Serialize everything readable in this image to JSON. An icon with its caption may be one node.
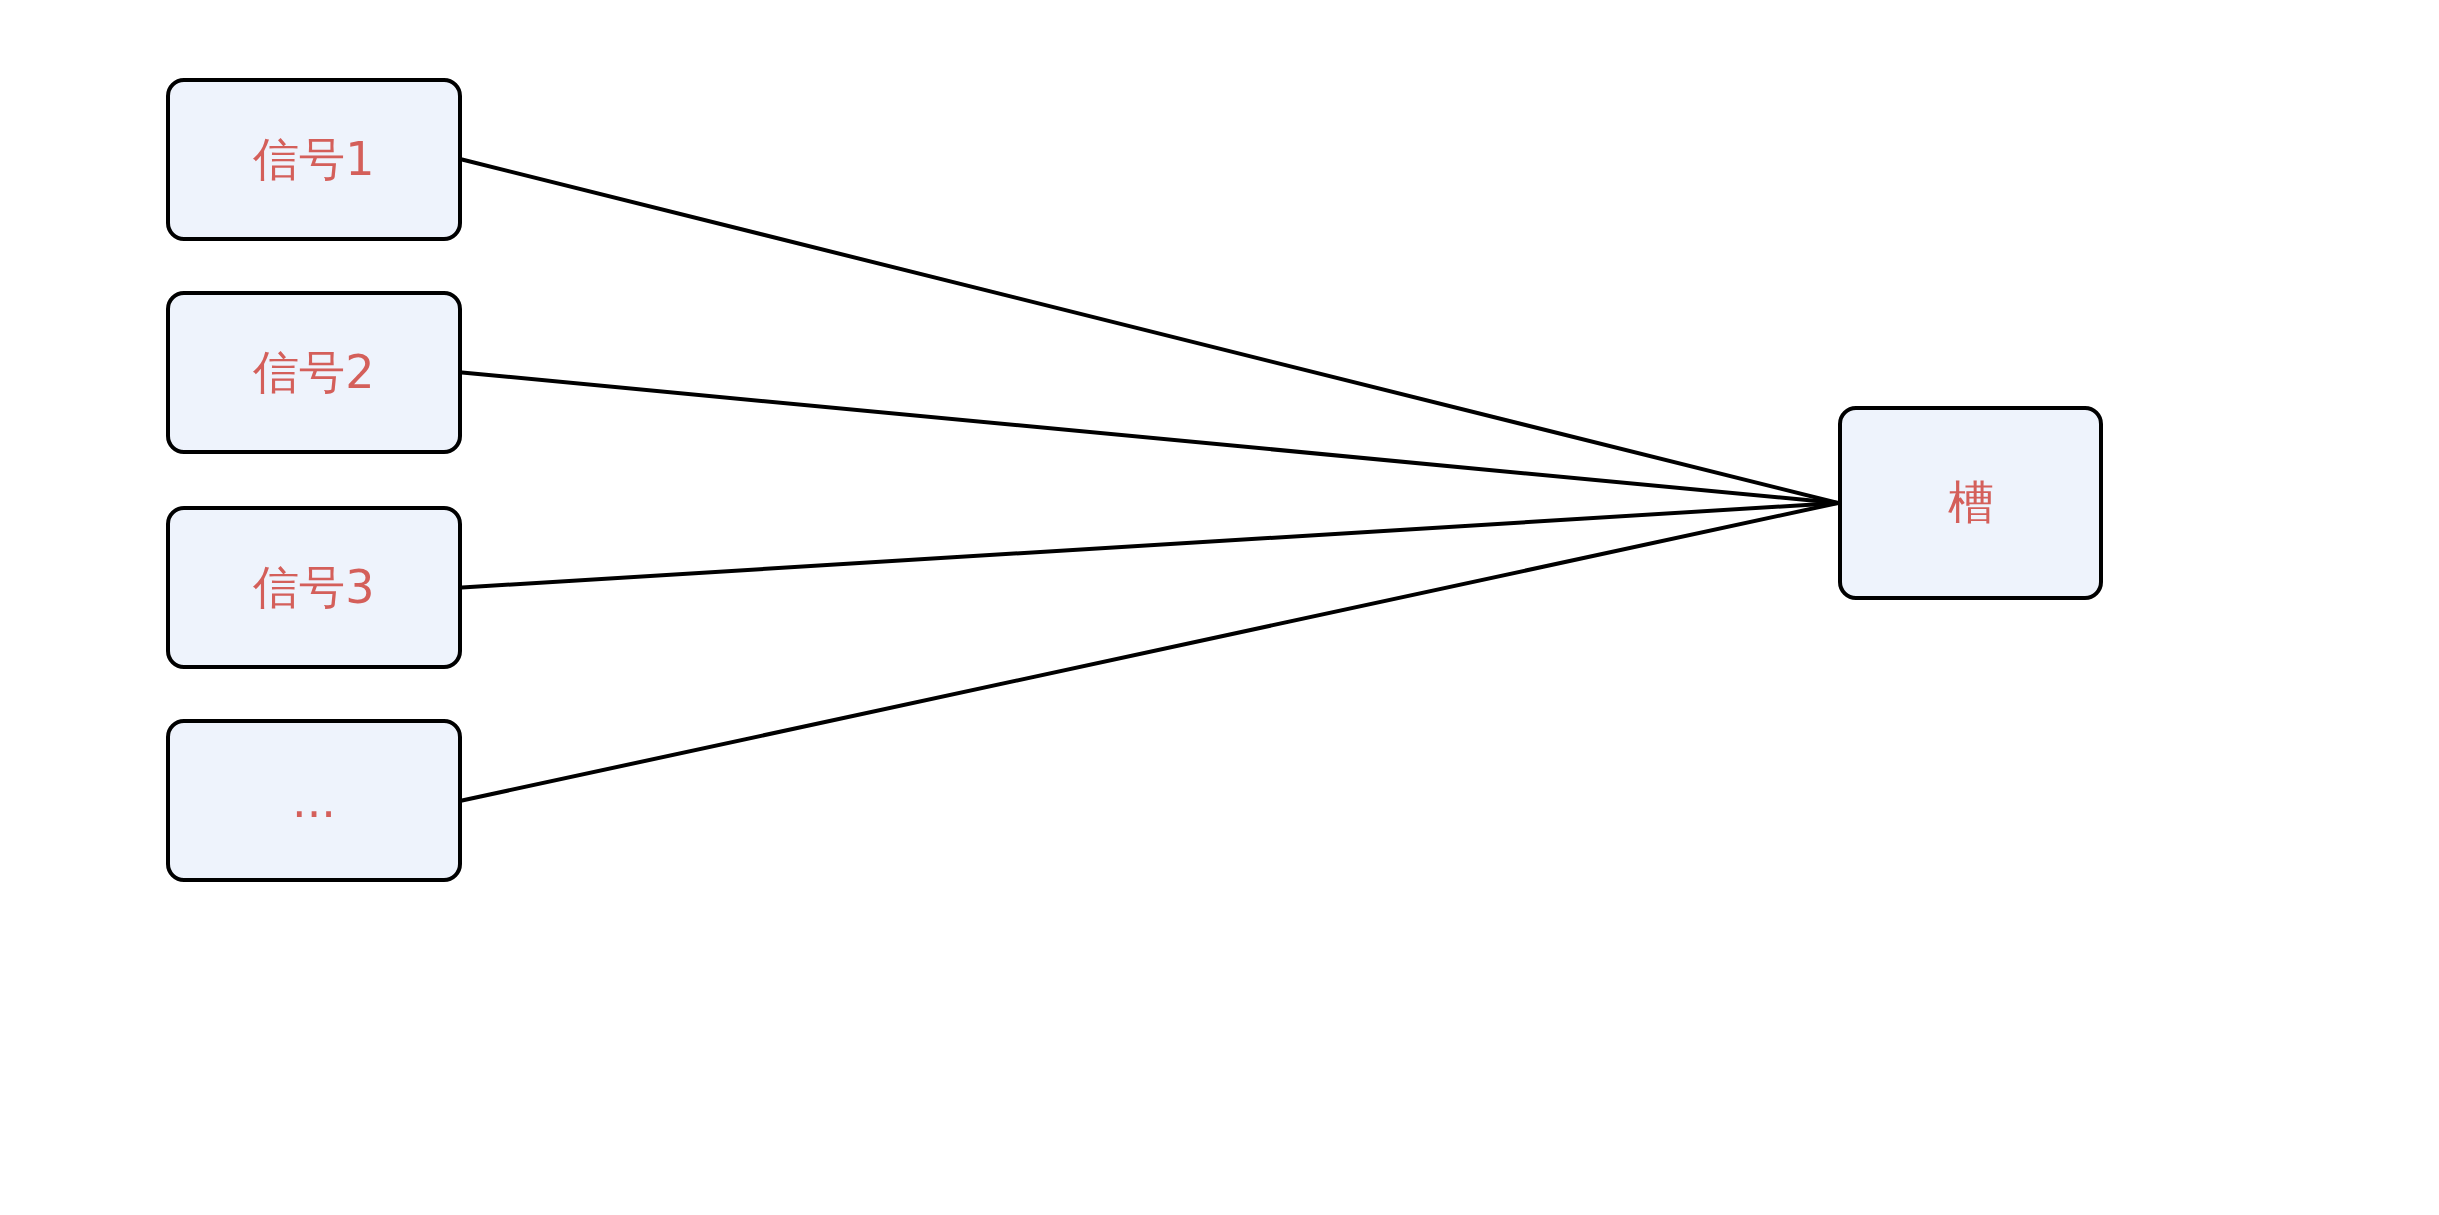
{
  "diagram": {
    "nodes": [
      {
        "text": [
          "信号1"
        ]
      },
      {
        "text": [
          "信号2"
        ]
      },
      {
        "text": [
          "信号3"
        ]
      },
      {
        "text": [
          "..."
        ]
      },
      {
        "text": [
          "槽"
        ]
      }
    ],
    "edges": [
      {
        "from": 0,
        "to": 4,
        "arrow": "none"
      },
      {
        "from": 1,
        "to": 4,
        "arrow": "none"
      },
      {
        "from": 2,
        "to": 4,
        "arrow": "none"
      },
      {
        "from": 3,
        "to": 4,
        "arrow": "none"
      }
    ]
  }
}
